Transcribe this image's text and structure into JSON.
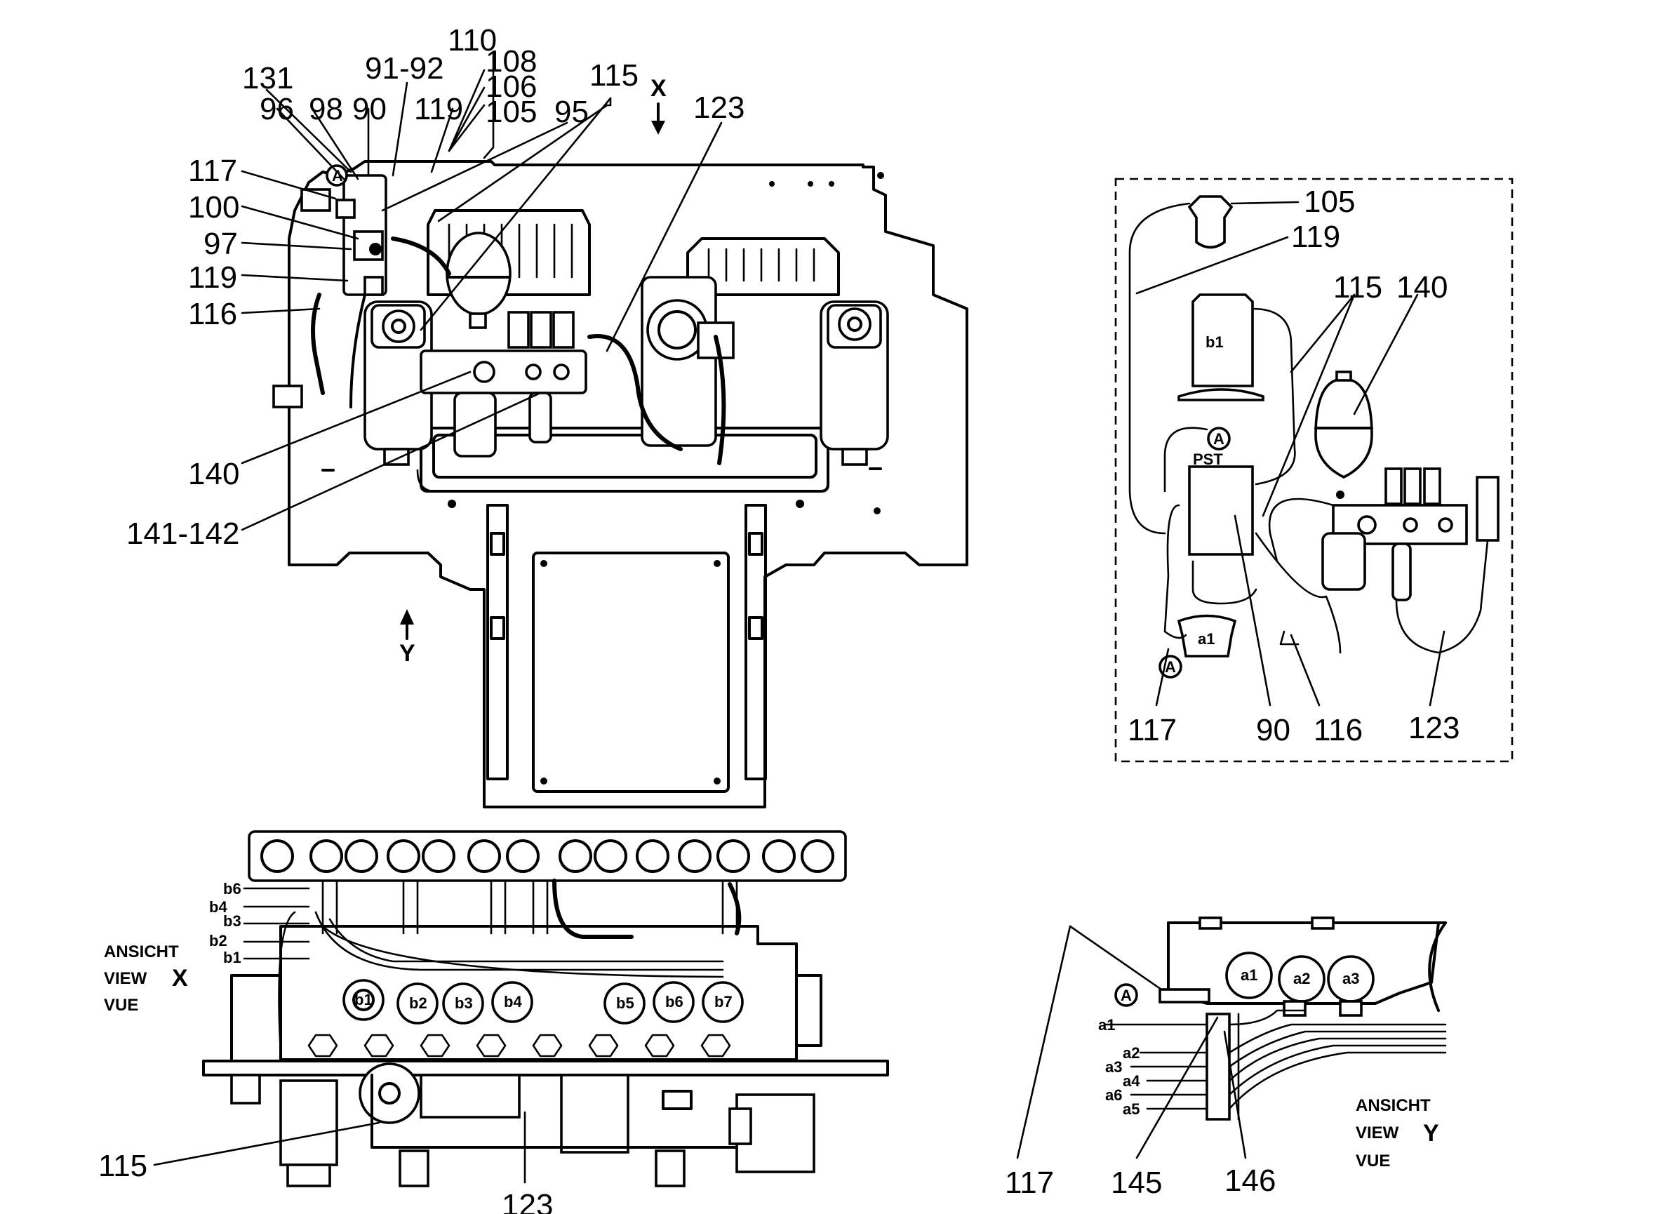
{
  "callouts_main": [
    "110",
    "108",
    "106",
    "105",
    "131",
    "91-92",
    "115",
    "96",
    "98",
    "90",
    "119",
    "95",
    "123",
    "117",
    "100",
    "97",
    "119",
    "116",
    "140",
    "141-142"
  ],
  "arrows": {
    "x": "X",
    "y": "Y"
  },
  "callouts_detail": [
    "105",
    "119",
    "115",
    "140",
    "117",
    "90",
    "116",
    "123"
  ],
  "detail_marks": {
    "b1": "b1",
    "a1": "a1",
    "pst": "PST",
    "circle_a": "A"
  },
  "view_x": {
    "line1": "ANSICHT",
    "line2": "VIEW",
    "line3": "VUE",
    "letter": "X"
  },
  "view_x_ports": [
    "b6",
    "b4",
    "b3",
    "b2",
    "b1"
  ],
  "view_x_valves": [
    "b1",
    "b2",
    "b3",
    "b4",
    "b5",
    "b6",
    "b7"
  ],
  "view_x_callouts": [
    "115",
    "123"
  ],
  "view_y": {
    "line1": "ANSICHT",
    "line2": "VIEW",
    "line3": "VUE",
    "letter": "Y"
  },
  "view_y_ports": [
    "a1",
    "a2",
    "a3",
    "a4",
    "a6",
    "a5"
  ],
  "view_y_valves": [
    "a1",
    "a2",
    "a3"
  ],
  "view_y_callouts": [
    "117",
    "145",
    "146"
  ]
}
